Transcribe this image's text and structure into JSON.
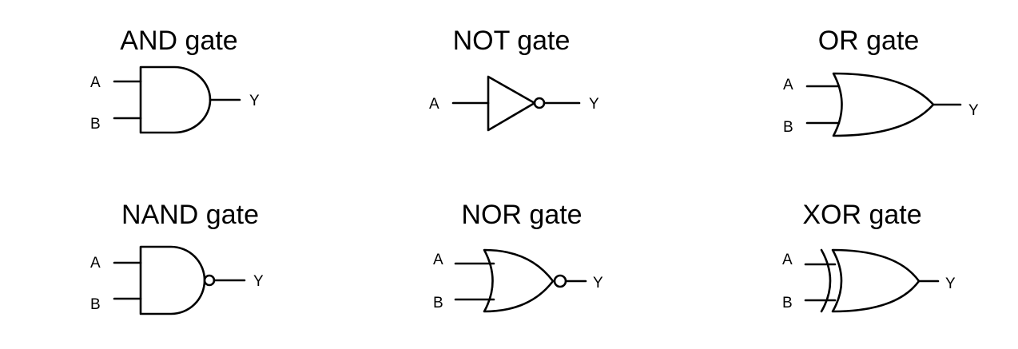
{
  "gates": [
    {
      "title": "AND gate",
      "in_a": "A",
      "in_b": "B",
      "out": "Y"
    },
    {
      "title": "NOT gate",
      "in_a": "A",
      "out": "Y"
    },
    {
      "title": "OR gate",
      "in_a": "A",
      "in_b": "B",
      "out": "Y"
    },
    {
      "title": "NAND gate",
      "in_a": "A",
      "in_b": "B",
      "out": "Y"
    },
    {
      "title": "NOR gate",
      "in_a": "A",
      "in_b": "B",
      "out": "Y"
    },
    {
      "title": "XOR gate",
      "in_a": "A",
      "in_b": "B",
      "out": "Y"
    }
  ]
}
